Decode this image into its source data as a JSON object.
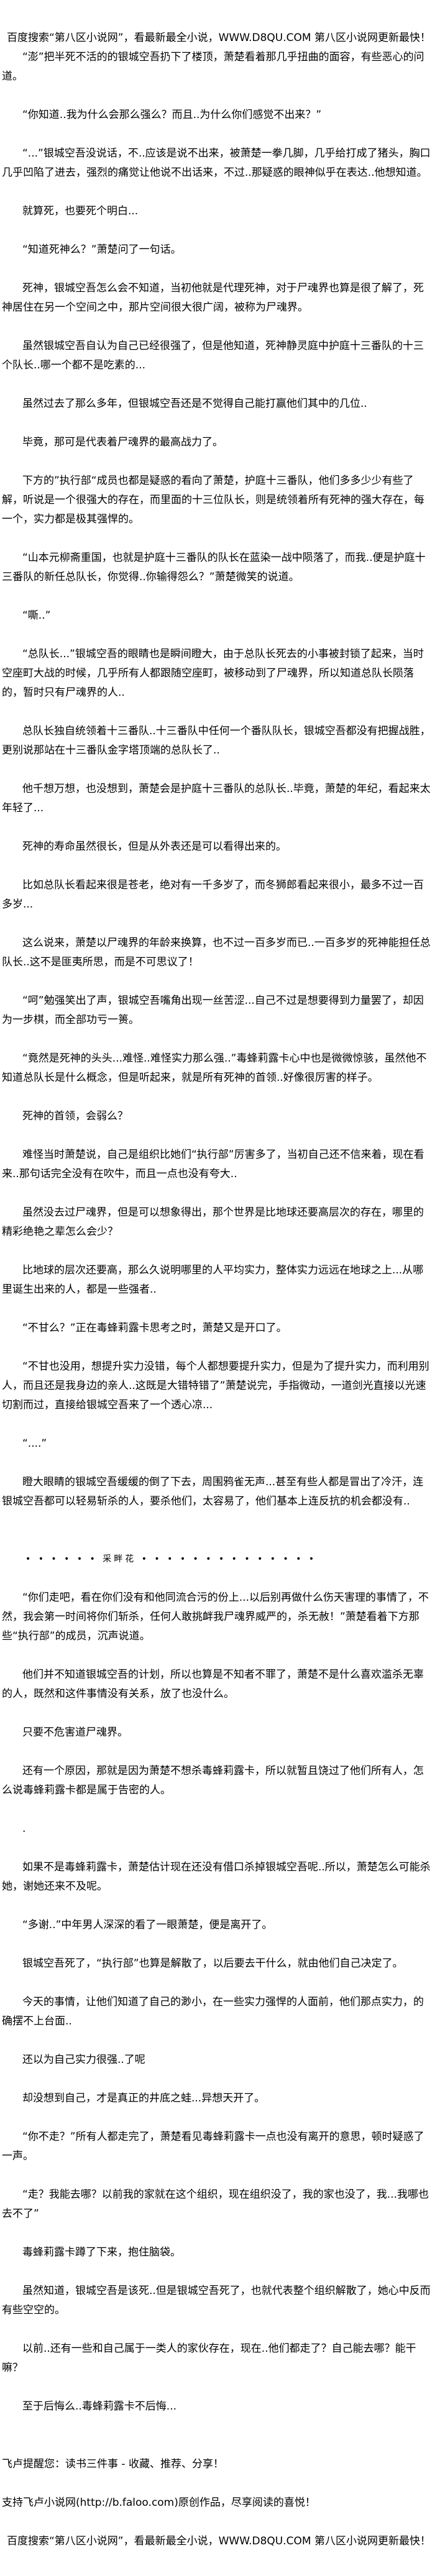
{
  "banner": "百度搜索“第八区小说网”，看最新最全小说，WWW.D8QU.COM  第八区小说网更新最快！",
  "paragraphs": [
    "“澎”把半死不活的的银城空吾扔下了楼顶，萧楚看着那几乎扭曲的面容，有些恶心的问道。",
    "“你知道..我为什么会那么强么？而且..为什么你们感觉不出来？”",
    "“...”银城空吾没说话，不..应该是说不出来，被萧楚一拳几脚，几乎给打成了猪头，胸口几乎凹陷了进去，强烈的痛觉让他说不出话来，不过..那疑惑的眼神似乎在表达..他想知道。",
    "就算死，也要死个明白...",
    "“知道死神么？”萧楚问了一句话。",
    "死神，银城空吾怎么会不知道，当初他就是代理死神，对于尸魂界也算是很了解了，死神居住在另一个空间之中，那片空间很大很广阔，被称为尸魂界。",
    "虽然银城空吾自认为自己已经很强了，但是他知道，死神静灵庭中护庭十三番队的十三个队长..哪一个都不是吃素的...",
    "虽然过去了那么多年，但银城空吾还是不觉得自己能打赢他们其中的几位..",
    "毕竟，那可是代表着尸魂界的最高战力了。",
    "下方的”执行部“成员也都是疑惑的看向了萧楚，护庭十三番队，他们多多少少有些了解，听说是一个很强大的存在，而里面的十三位队长，则是统领着所有死神的强大存在，每一个，实力都是极其强悍的。",
    "“山本元柳斋重国，也就是护庭十三番队的队长在蓝染一战中陨落了，而我..便是护庭十三番队的新任总队长，你觉得..你输得怨么？”萧楚微笑的说道。",
    "“嘶..”",
    "“总队长...”银城空吾的眼睛也是瞬间瞪大，由于总队长死去的小事被封锁了起来，当时空座町大战的时候，几乎所有人都跟随空座町，被移动到了尸魂界，所以知道总队长陨落的，暂时只有尸魂界的人..",
    "总队长独自统领着十三番队..十三番队中任何一个番队队长，银城空吾都没有把握战胜，更别说那站在十三番队金字塔顶端的总队长了..",
    "他千想万想，也没想到，萧楚会是护庭十三番队的总队长..毕竟，萧楚的年纪，看起来太年轻了...",
    "死神的寿命虽然很长，但是从外表还是可以看得出来的。",
    "比如总队长看起来很是苍老，绝对有一千多岁了，而冬狮郎看起来很小，最多不过一百多岁...",
    "这么说来，萧楚以尸魂界的年龄来换算，也不过一百多岁而已..一百多岁的死神能担任总队长..这不是匪夷所思，而是不可思议了！",
    "“呵”勉强笑出了声，银城空吾嘴角出现一丝苦涩...自己不过是想要得到力量罢了，却因为一步棋，而全部功亏一篑。",
    "“竟然是死神的头头...难怪..难怪实力那么强..”毒蜂莉露卡心中也是微微惊骇，虽然他不知道总队长是什么概念，但是听起来，就是所有死神的首领..好像很厉害的样子。",
    "死神的首领，会弱么？",
    "难怪当时萧楚说，自己是组织比她们“执行部”厉害多了，当初自己还不信来着，现在看来..那句话完全没有在吹牛，而且一点也没有夸大..",
    "虽然没去过尸魂界，但是可以想象得出，那个世界是比地球还要高层次的存在，哪里的精彩绝艳之辈怎么会少？",
    "比地球的层次还要高，那么久说明哪里的人平均实力，整体实力远远在地球之上...从哪里诞生出来的人，都是一些强者..",
    "“不甘么？”正在毒蜂莉露卡思考之时，萧楚又是开口了。",
    "“不甘也没用，想提升实力没错，每个人都想要提升实力，但是为了提升实力，而利用别人，而且还是我身边的亲人..这既是大错特错了”萧楚说完，手指微动，一道剑光直接以光速切割而过，直接给银城空吾来了一个透心凉...",
    "“....”",
    "瞪大眼睛的银城空吾缓缓的倒了下去，周围鸦雀无声...甚至有些人都是冒出了冷汗，连银城空吾都可以轻易斩杀的人，要杀他们，太容易了，他们基本上连反抗的机会都没有.."
  ],
  "separator": "• •  • • • • 采畔花 • • • • •  • • • • • • • • •",
  "paragraphs_after": [
    "“你们走吧，看在你们没有和他同流合污的份上...以后别再做什么伤天害理的事情了，不然，我会第一时间将你们斩杀，任何人敢挑衅我尸魂界威严的，杀无赦！”萧楚看着下方那些“执行部”的成员，沉声说道。",
    "他们并不知道银城空吾的计划，所以也算是不知者不罪了，萧楚不是什么喜欢滥杀无辜的人，既然和这件事情没有关系，放了也没什么。",
    "只要不危害道尸魂界。",
    "还有一个原因，那就是因为萧楚不想杀毒蜂莉露卡，所以就暂且饶过了他们所有人，怎么说毒蜂莉露卡都是属于告密的人。",
    ".",
    "如果不是毒蜂莉露卡，萧楚估计现在还没有借口杀掉银城空吾呢..所以，萧楚怎么可能杀她，谢她还来不及呢。",
    "“多谢..”中年男人深深的看了一眼萧楚，便是离开了。",
    "银城空吾死了，“执行部”也算是解散了，以后要去干什么，就由他们自己决定了。",
    "今天的事情，让他们知道了自己的渺小，在一些实力强悍的人面前，他们那点实力，的确摆不上台面..",
    "还以为自己实力很强..了呢",
    "却没想到自己，才是真正的井底之蛙...异想天开了。",
    "“你不走？”所有人都走完了，萧楚看见毒蜂莉露卡一点也没有离开的意思，顿时疑惑了一声。",
    "“走？我能去哪？以前我的家就在这个组织，现在组织没了，我的家也没了，我...我哪也去不了”",
    "毒蜂莉露卡蹲了下来，抱住脑袋。",
    "虽然知道，银城空吾是该死..但是银城空吾死了，也就代表整个组织解散了，她心中反而有些空空的。",
    "以前..还有一些和自己属于一类人的家伙存在，现在..他们都走了？自己能去哪？能干嘛？",
    "至于后悔么..毒蜂莉露卡不后悔..."
  ],
  "footer": {
    "reminder": "飞卢提醒您：读书三件事 - 收藏、推荐、分享！",
    "support": "支持飞卢小说网(http://b.faloo.com)原创作品，尽享阅读的喜悦！",
    "banner": "百度搜索“第八区小说网”，看最新最全小说，WWW.D8QU.COM  第八区小说网更新最快！"
  }
}
